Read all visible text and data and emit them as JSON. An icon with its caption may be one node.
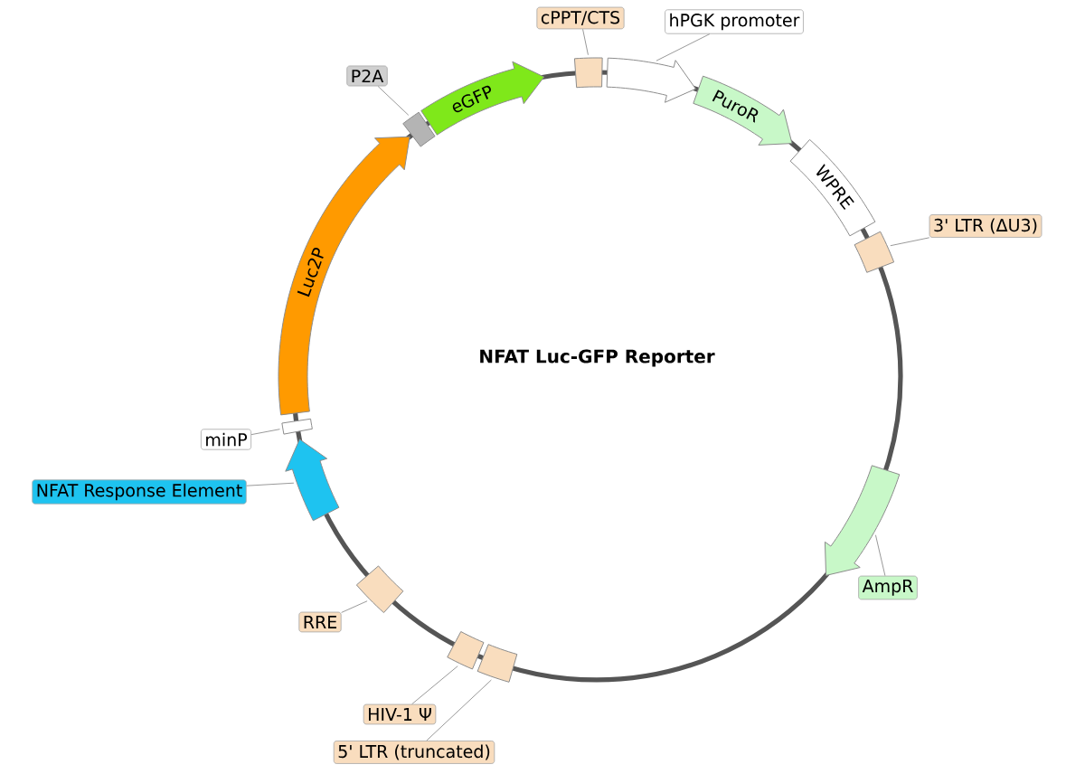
{
  "diagram": {
    "title": "NFAT Luc-GFP Reporter",
    "nodes": [
      {
        "text": [
          "cPPT/CTS"
        ]
      },
      {
        "text": [],
        "shape": "box"
      },
      {
        "text": [
          "hPGK promoter"
        ]
      },
      {
        "text": [],
        "shape": "arrow"
      },
      {
        "text": [
          "PuroR"
        ]
      },
      {
        "text": [
          "WPRE"
        ]
      },
      {
        "text": [
          "3' LTR (ΔU3)"
        ]
      },
      {
        "text": [],
        "shape": "box"
      },
      {
        "text": [
          "AmpR"
        ]
      },
      {
        "text": [],
        "shape": "arrow"
      },
      {
        "text": [
          "HIV-1 Ψ"
        ]
      },
      {
        "text": [],
        "shape": "box"
      },
      {
        "text": [
          "5' LTR (truncated)"
        ]
      },
      {
        "text": [],
        "shape": "box"
      },
      {
        "text": [
          "RRE"
        ]
      },
      {
        "text": [],
        "shape": "box"
      },
      {
        "text": [
          "NFAT Response Element"
        ]
      },
      {
        "text": [],
        "shape": "arrow"
      },
      {
        "text": [
          "minP"
        ]
      },
      {
        "text": [],
        "shape": "box"
      },
      {
        "text": [
          "Luc2P"
        ]
      },
      {
        "text": [
          "P2A"
        ]
      },
      {
        "text": [],
        "shape": "box"
      },
      {
        "text": [
          "eGFP"
        ]
      }
    ],
    "edges": [
      {
        "from": 0,
        "to": 1,
        "arrow": "none"
      },
      {
        "from": 2,
        "to": 3,
        "arrow": "none"
      },
      {
        "from": 6,
        "to": 7,
        "arrow": "none"
      },
      {
        "from": 8,
        "to": 9,
        "arrow": "none"
      },
      {
        "from": 10,
        "to": 11,
        "arrow": "none"
      },
      {
        "from": 12,
        "to": 13,
        "arrow": "none"
      },
      {
        "from": 14,
        "to": 15,
        "arrow": "none"
      },
      {
        "from": 16,
        "to": 17,
        "arrow": "none"
      },
      {
        "from": 18,
        "to": 19,
        "arrow": "none"
      },
      {
        "from": 21,
        "to": 22,
        "arrow": "none"
      }
    ]
  }
}
